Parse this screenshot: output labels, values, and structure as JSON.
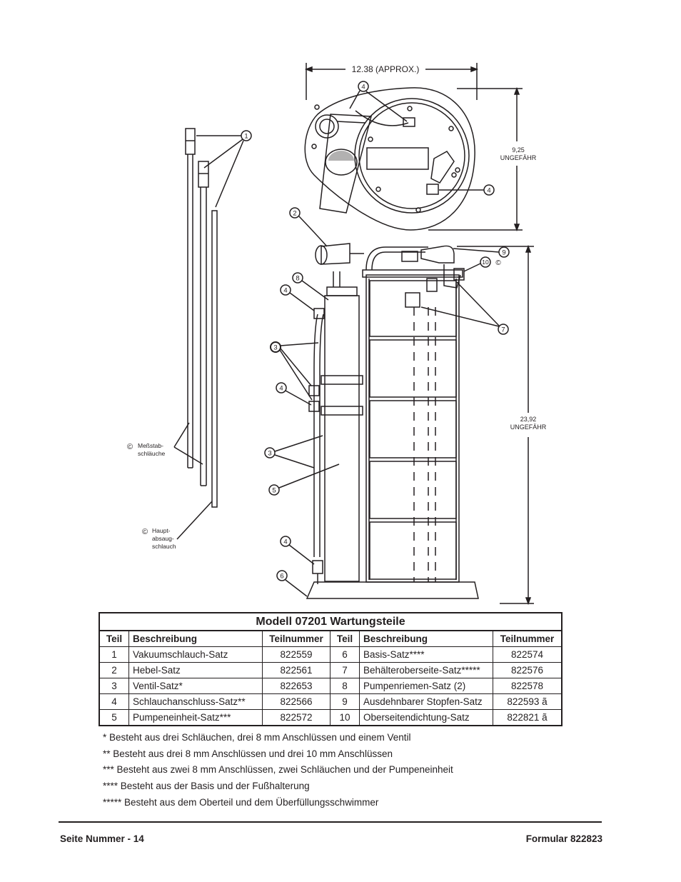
{
  "diagram": {
    "dim_width": "12.38 (APPROX.)",
    "dim_height_top_value": "9,25",
    "dim_height_top_unit": "UNGEFÄHR",
    "dim_height_main_value": "23,92",
    "dim_height_main_unit": "UNGEFÄHR",
    "callouts": [
      "1",
      "2",
      "3",
      "4",
      "5",
      "6",
      "7",
      "8",
      "9",
      "10"
    ],
    "copyright_symbol": "©",
    "label_dipstick_1": "Meßstab-",
    "label_dipstick_2": "schläuche",
    "label_main_1": "Haupt-",
    "label_main_2": "absaug-",
    "label_main_3": "schlauch"
  },
  "table": {
    "title": "Modell 07201 Wartungsteile",
    "headers": {
      "part": "Teil",
      "description": "Beschreibung",
      "part_number": "Teilnummer"
    },
    "rows": [
      {
        "l_part": "1",
        "l_desc": "Vakuumschlauch-Satz",
        "l_num": "822559",
        "r_part": "6",
        "r_desc": "Basis-Satz****",
        "r_num": "822574"
      },
      {
        "l_part": "2",
        "l_desc": "Hebel-Satz",
        "l_num": "822561",
        "r_part": "7",
        "r_desc": "Behälteroberseite-Satz*****",
        "r_num": "822576"
      },
      {
        "l_part": "3",
        "l_desc": "Ventil-Satz*",
        "l_num": "822653",
        "r_part": "8",
        "r_desc": "Pumpenriemen-Satz (2)",
        "r_num": "822578"
      },
      {
        "l_part": "4",
        "l_desc": "Schlauchanschluss-Satz**",
        "l_num": "822566",
        "r_part": "9",
        "r_desc": "Ausdehnbarer Stopfen-Satz",
        "r_num": "822593 ã"
      },
      {
        "l_part": "5",
        "l_desc": "Pumpeneinheit-Satz***",
        "l_num": "822572",
        "r_part": "10",
        "r_desc": "Oberseitendichtung-Satz",
        "r_num": "822821 ã"
      }
    ]
  },
  "notes": [
    "* Besteht aus drei Schläuchen, drei 8 mm Anschlüssen und einem Ventil",
    "** Besteht aus drei 8 mm Anschlüssen und drei 10 mm Anschlüssen",
    "*** Besteht aus zwei 8 mm Anschlüssen, zwei Schläuchen und der Pumpeneinheit",
    "**** Besteht aus der Basis und der Fußhalterung",
    "***** Besteht aus dem Oberteil und dem Überfüllungsschwimmer"
  ],
  "footer": {
    "page": "Seite Nummer - 14",
    "form": "Formular 822823"
  }
}
